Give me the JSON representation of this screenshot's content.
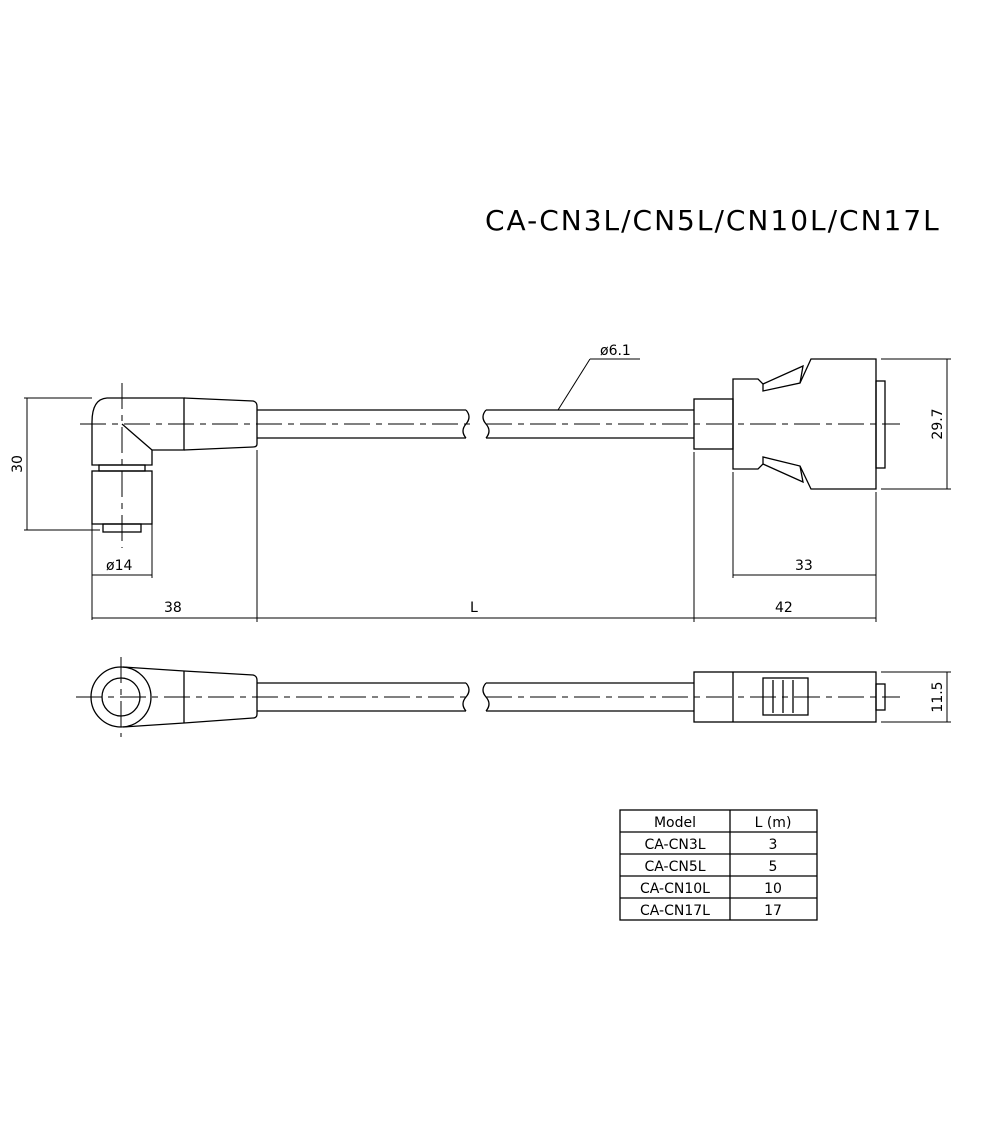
{
  "drawing": {
    "title": "CA-CN3L/CN5L/CN10L/CN17L",
    "colors": {
      "line": "#000000",
      "background": "#ffffff"
    },
    "dimensions": {
      "cable_diameter": "ø6.1",
      "left_height": "30",
      "left_diameter": "ø14",
      "left_length": "38",
      "cable_length": "L",
      "right_length": "42",
      "right_body_length": "33",
      "right_height": "29.7",
      "right_thickness": "11.5"
    },
    "table": {
      "headers": [
        "Model",
        "L (m)"
      ],
      "rows": [
        [
          "CA-CN3L",
          "3"
        ],
        [
          "CA-CN5L",
          "5"
        ],
        [
          "CA-CN10L",
          "10"
        ],
        [
          "CA-CN17L",
          "17"
        ]
      ]
    }
  }
}
